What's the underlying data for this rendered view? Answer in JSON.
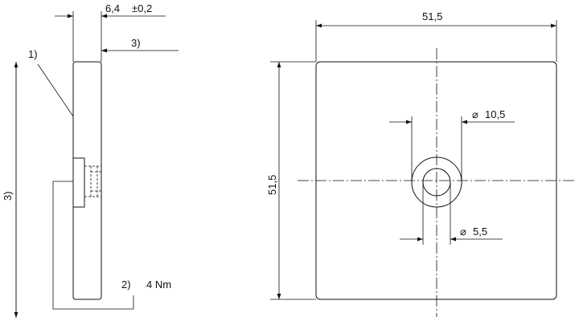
{
  "dimensions": {
    "thickness": "6,4",
    "tolerance": "±0,2",
    "width": "51,5",
    "height": "51,5",
    "outer_diameter": "10,5",
    "inner_diameter": "5,5",
    "diameter_symbol": "⌀"
  },
  "callouts": {
    "note_1": "1)",
    "note_2": "2)",
    "note_3_top": "3)",
    "note_3_left": "3)",
    "torque": "4 Nm"
  }
}
